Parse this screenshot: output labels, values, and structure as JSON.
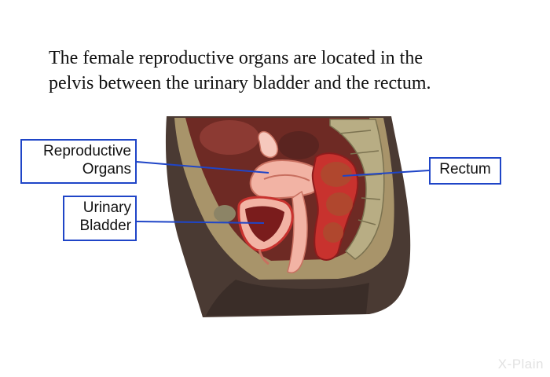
{
  "caption": {
    "line1": "The female reproductive organs are located in the",
    "line2": "pelvis between the urinary bladder and the rectum."
  },
  "labels": {
    "reproductive": {
      "line1": "Reproductive",
      "line2": "Organs"
    },
    "bladder": {
      "line1": "Urinary",
      "line2": "Bladder"
    },
    "rectum": "Rectum"
  },
  "watermark": "X-Plain",
  "colors": {
    "label_border": "#1f45c7",
    "leader_line": "#1f45c7",
    "skin": "#4a3a33",
    "tissue": "#f2b3a4",
    "organ_red": "#c8322e",
    "bone": "#b8ad84"
  }
}
